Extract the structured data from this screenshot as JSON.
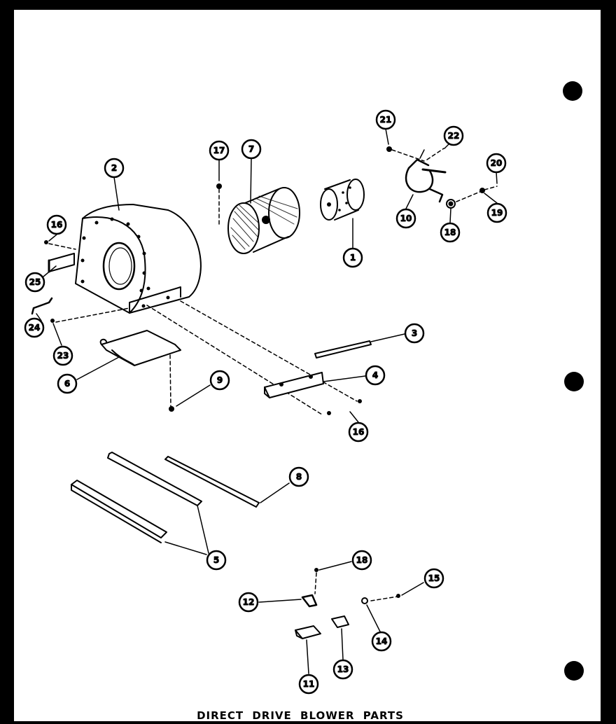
{
  "title": "DIRECT DRIVE BLOWER PARTS",
  "colors": {
    "ink": "#000000",
    "paper": "#ffffff"
  },
  "callouts": [
    {
      "id": "c2",
      "label": "2"
    },
    {
      "id": "c17",
      "label": "17"
    },
    {
      "id": "c7",
      "label": "7"
    },
    {
      "id": "c21",
      "label": "21"
    },
    {
      "id": "c22",
      "label": "22"
    },
    {
      "id": "c20",
      "label": "20"
    },
    {
      "id": "c10",
      "label": "10"
    },
    {
      "id": "c19",
      "label": "19"
    },
    {
      "id": "c18a",
      "label": "18"
    },
    {
      "id": "c1",
      "label": "1"
    },
    {
      "id": "c16a",
      "label": "16"
    },
    {
      "id": "c25",
      "label": "25"
    },
    {
      "id": "c24",
      "label": "24"
    },
    {
      "id": "c23",
      "label": "23"
    },
    {
      "id": "c3",
      "label": "3"
    },
    {
      "id": "c4",
      "label": "4"
    },
    {
      "id": "c6",
      "label": "6"
    },
    {
      "id": "c9",
      "label": "9"
    },
    {
      "id": "c16b",
      "label": "16"
    },
    {
      "id": "c8",
      "label": "8"
    },
    {
      "id": "c5",
      "label": "5"
    },
    {
      "id": "c18b",
      "label": "18"
    },
    {
      "id": "c15",
      "label": "15"
    },
    {
      "id": "c12",
      "label": "12"
    },
    {
      "id": "c14",
      "label": "14"
    },
    {
      "id": "c13",
      "label": "13"
    },
    {
      "id": "c11",
      "label": "11"
    }
  ]
}
